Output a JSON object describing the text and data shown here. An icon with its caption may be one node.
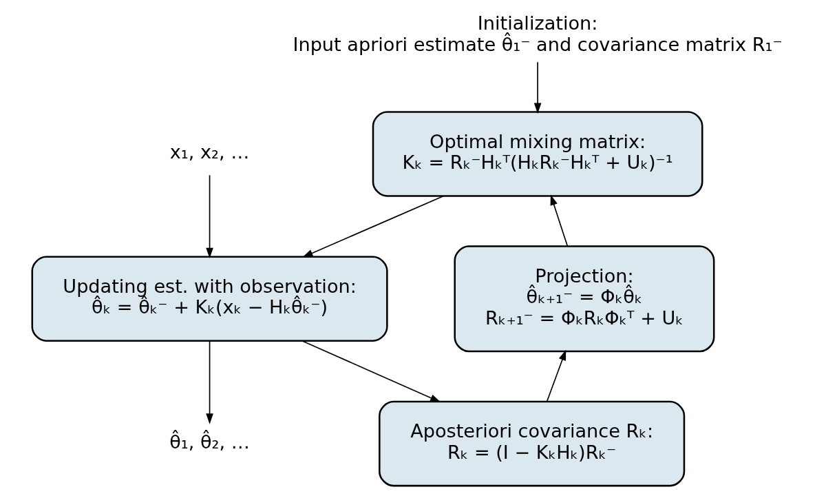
{
  "diagram": {
    "nodes": [
      {
        "text": [
          "Initialization:",
          "Input apriori estimate θ̂₁⁻ and covariance matrix R₁⁻"
        ]
      },
      {
        "text": [
          "Optimal mixing matrix:",
          "Kₖ = Rₖ⁻Hₖᵀ(HₖRₖ⁻Hₖᵀ + Uₖ)⁻¹"
        ]
      },
      {
        "text": [
          "x₁, x₂, …"
        ]
      },
      {
        "text": [
          "Updating est. with observation:",
          "θ̂ₖ = θ̂ₖ⁻ + Kₖ(xₖ − Hₖθ̂ₖ⁻)"
        ]
      },
      {
        "text": [
          "θ̂₁, θ̂₂, …"
        ]
      },
      {
        "text": [
          "Aposteriori covariance Rₖ:",
          "Rₖ = (I − KₖHₖ)Rₖ⁻"
        ]
      },
      {
        "text": [
          "Projection:",
          "θ̂ₖ₊₁⁻ = Φₖθ̂ₖ",
          "Rₖ₊₁⁻ = ΦₖRₖΦₖᵀ + Uₖ"
        ]
      }
    ],
    "edges": [
      {
        "from": 0,
        "to": 1,
        "arrow": "to"
      },
      {
        "from": 1,
        "to": 3,
        "arrow": "to"
      },
      {
        "from": 2,
        "to": 3,
        "arrow": "to"
      },
      {
        "from": 3,
        "to": 4,
        "arrow": "to"
      },
      {
        "from": 3,
        "to": 5,
        "arrow": "to"
      },
      {
        "from": 5,
        "to": 6,
        "arrow": "to"
      },
      {
        "from": 6,
        "to": 1,
        "arrow": "to"
      }
    ]
  }
}
